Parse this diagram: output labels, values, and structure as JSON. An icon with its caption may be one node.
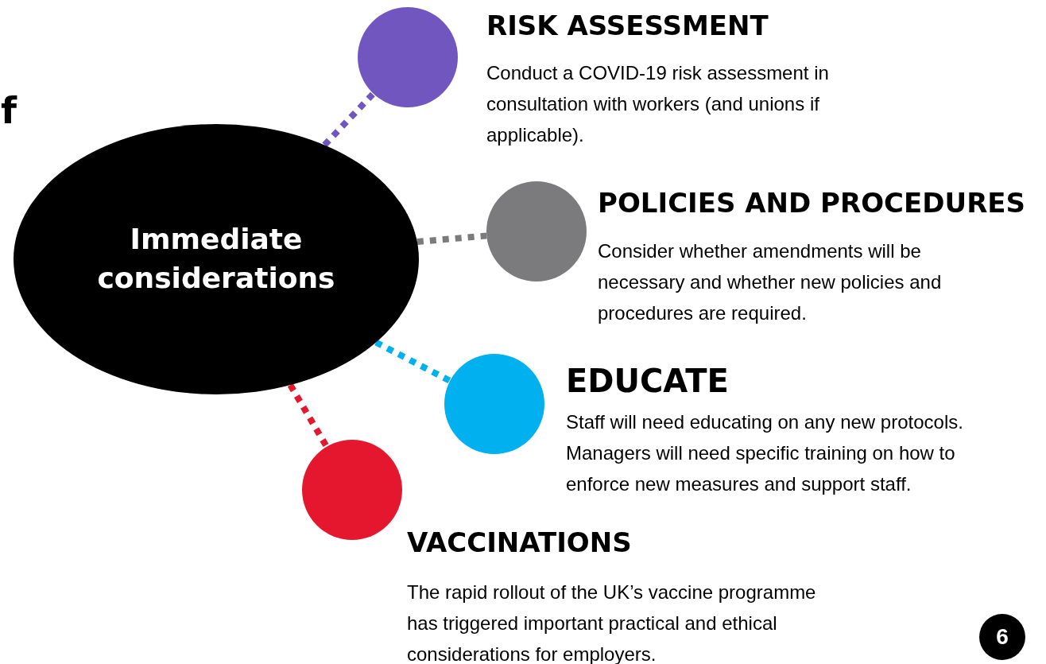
{
  "diagram": {
    "nodes": [
      {
        "text": [
          "Immediate considerations"
        ]
      },
      {
        "text": [],
        "shape": "circle",
        "beside": [
          "RISK ASSESSMENT",
          "Conduct a COVID-19 risk assessment in consultation with workers (and unions if applicable)."
        ]
      },
      {
        "text": [],
        "shape": "circle",
        "beside": [
          "POLICIES AND PROCEDURES",
          "Consider whether amendments will be necessary and whether new policies and procedures are required."
        ]
      },
      {
        "text": [],
        "shape": "circle",
        "beside": [
          "EDUCATE",
          "Staff will need educating on any new protocols. Managers will need specific training on how to enforce new measures and support staff."
        ]
      },
      {
        "text": [],
        "shape": "circle",
        "beside": [
          "VACCINATIONS",
          "The rapid rollout of the UK’s vaccine programme has triggered important practical and ethical considerations for employers."
        ]
      }
    ],
    "edges": [
      {
        "from": 0,
        "to": 1,
        "arrow": "none",
        "style": "dashed",
        "color": "#7256c0"
      },
      {
        "from": 0,
        "to": 2,
        "arrow": "none",
        "style": "dashed",
        "color": "#7b7b7d"
      },
      {
        "from": 0,
        "to": 3,
        "arrow": "none",
        "style": "dashed",
        "color": "#00b0ef"
      },
      {
        "from": 0,
        "to": 4,
        "arrow": "none",
        "style": "dashed",
        "color": "#e5172f"
      }
    ],
    "labels": [
      "f",
      "6"
    ]
  }
}
